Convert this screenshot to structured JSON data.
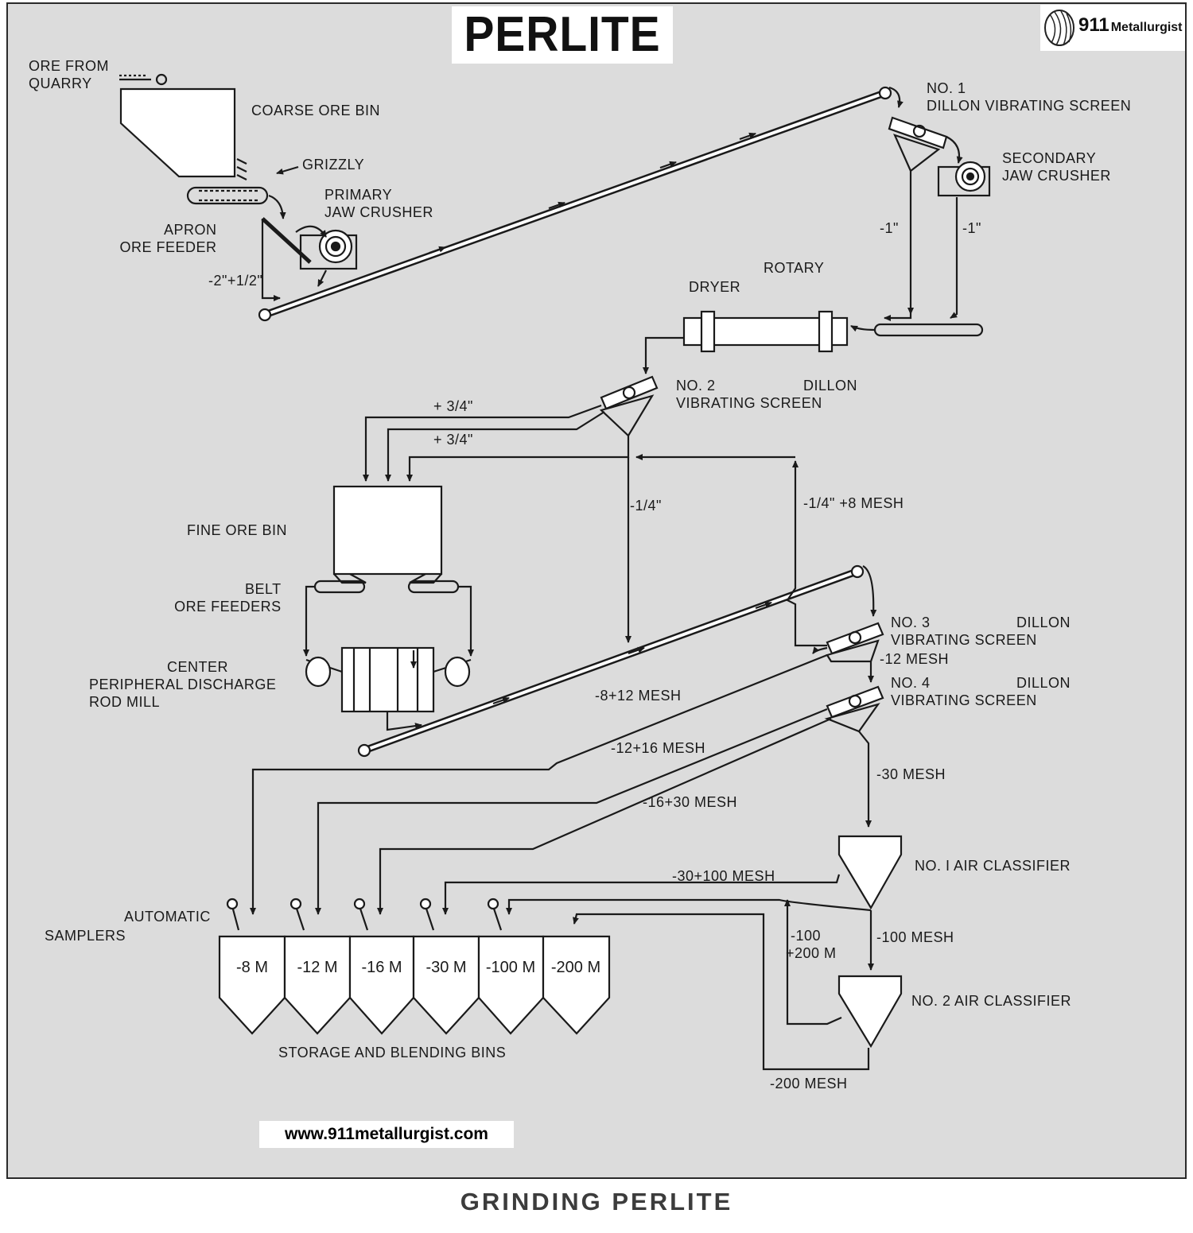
{
  "title": "PERLITE",
  "logo": {
    "number": "911",
    "word": "Metallurgist"
  },
  "url": "www.911metallurgist.com",
  "caption": "GRINDING PERLITE",
  "labels": {
    "ore_from": "ORE FROM",
    "quarry": "QUARRY",
    "coarse_ore_bin": "COARSE ORE BIN",
    "grizzly": "GRIZZLY",
    "primary": "PRIMARY",
    "jaw_crusher": "JAW CRUSHER",
    "apron": "APRON",
    "ore_feeder": "ORE FEEDER",
    "minus2_plus_half": "-2\"+1/2\"",
    "no1": "NO. 1",
    "dillon_vibrating_screen": "DILLON VIBRATING SCREEN",
    "secondary": "SECONDARY",
    "jaw_crusher_2": "JAW CRUSHER",
    "minus1_a": "-1\"",
    "minus1_b": "-1\"",
    "rotary": "ROTARY",
    "dryer": "DRYER",
    "no2_screen_a": "NO. 2",
    "no2_screen_b": "DILLON",
    "no2_screen_c": "VIBRATING SCREEN",
    "plus_three_quarter_a": "+ 3/4\"",
    "plus_three_quarter_b": "+ 3/4\"",
    "minus_quarter": "-1/4\"",
    "minus_quarter_plus8": "-1/4\" +8 MESH",
    "fine_ore_bin": "FINE ORE BIN",
    "belt": "BELT",
    "ore_feeders": "ORE FEEDERS",
    "center": "CENTER",
    "peripheral_discharge": "PERIPHERAL DISCHARGE",
    "rod_mill": "ROD MILL",
    "no3_a": "NO. 3",
    "no3_b": "DILLON",
    "no3_c": "VIBRATING SCREEN",
    "minus12_mesh": "-12 MESH",
    "no4_a": "NO. 4",
    "no4_b": "DILLON",
    "no4_c": "VIBRATING SCREEN",
    "minus8_plus12": "-8+12 MESH",
    "minus12_plus16": "-12+16 MESH",
    "minus16_plus30": "-16+30 MESH",
    "minus30_mesh": "-30 MESH",
    "no1_air_classifier": "NO. I AIR CLASSIFIER",
    "minus30_plus100": "-30+100 MESH",
    "minus100_mesh": "-100 MESH",
    "minus100_plus200_a": "-100",
    "minus100_plus200_b": "+200 M",
    "no2_air_classifier": "NO. 2 AIR CLASSIFIER",
    "minus200_mesh": "-200 MESH",
    "automatic": "AUTOMATIC",
    "samplers": "SAMPLERS",
    "storage_bins": "STORAGE AND BLENDING BINS"
  },
  "bins": [
    "-8 M",
    "-12 M",
    "-16 M",
    "-30 M",
    "-100 M",
    "-200 M"
  ]
}
